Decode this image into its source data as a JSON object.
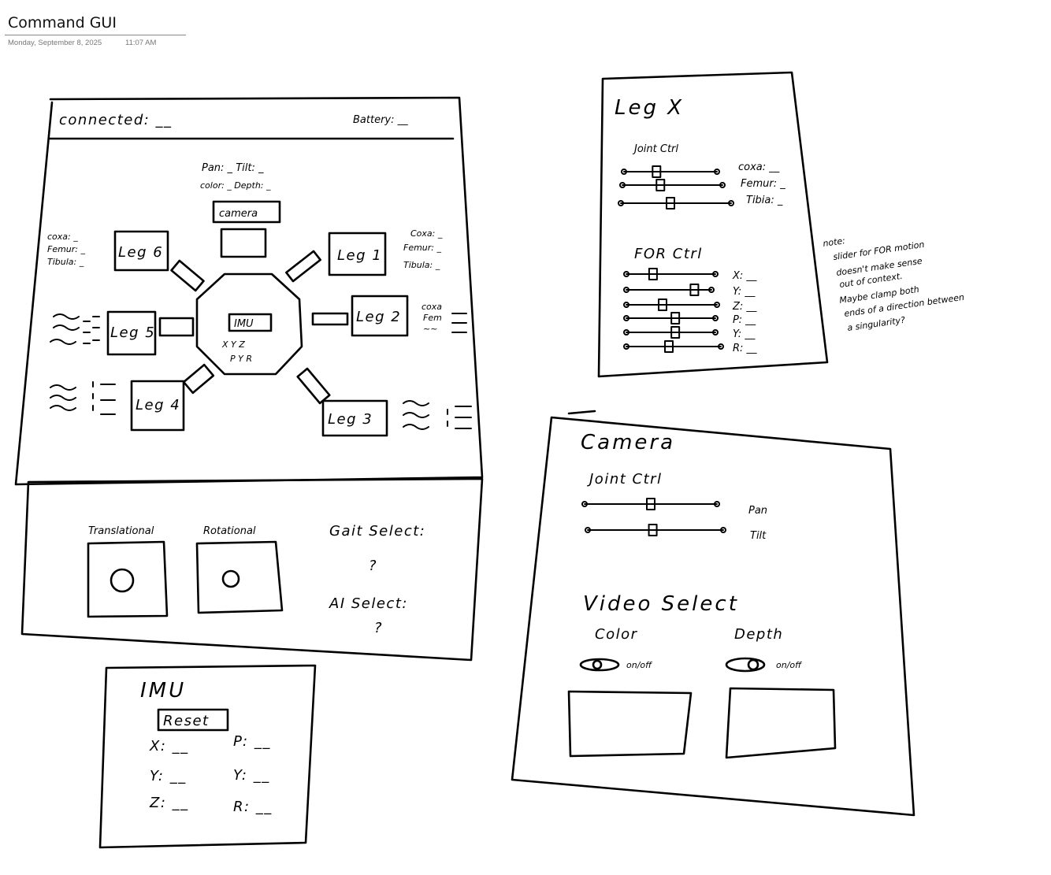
{
  "page": {
    "title": "Command GUI",
    "date": "Monday, September 8, 2025",
    "time": "11:07 AM"
  },
  "main_panel": {
    "connected": "connected: __",
    "battery": "Battery: __",
    "pan_tilt": "Pan: _  Tilt: _",
    "color_depth": "color: _  Depth: _",
    "camera_button": "camera",
    "imu_label": "IMU",
    "imu_xyz": "X Y Z",
    "imu_pyr": "P Y R",
    "legs": [
      "Leg 1",
      "Leg 2",
      "Leg 3",
      "Leg 4",
      "Leg 5",
      "Leg 6"
    ],
    "leg6_joints": [
      "coxa: _",
      "Femur: _",
      "Tibula: _"
    ],
    "leg1_joints": [
      "Coxa: _",
      "Femur: _",
      "Tibula: _"
    ],
    "leg2_joints": [
      "coxa",
      "Fem",
      "~~"
    ]
  },
  "control_panel": {
    "translational": "Translational",
    "rotational": "Rotational",
    "gait_select": "Gait Select:",
    "gait_value": "?",
    "ai_select": "AI Select:",
    "ai_value": "?"
  },
  "imu_panel": {
    "title": "IMU",
    "reset": "Reset",
    "left": [
      "X: __",
      "Y: __",
      "Z: __"
    ],
    "right": [
      "P: __",
      "Y: __",
      "R: __"
    ]
  },
  "leg_panel": {
    "title": "Leg X",
    "joint_ctrl": "Joint Ctrl",
    "joint_labels": [
      "coxa: __",
      "Femur: _",
      "Tibia: _"
    ],
    "joint_values": [
      0.35,
      0.38,
      0.45
    ],
    "for_ctrl": "FOR Ctrl",
    "for_labels": [
      "X: __",
      "Y: __",
      "Z: __",
      "P: __",
      "Y: __",
      "R: __"
    ],
    "for_values": [
      0.3,
      0.8,
      0.4,
      0.55,
      0.55,
      0.45
    ]
  },
  "note": {
    "lines": [
      "note:",
      "slider for FOR motion",
      "doesn't make sense",
      "out of context.",
      "Maybe clamp both",
      "ends of a direction between",
      "a singularity?"
    ]
  },
  "camera_panel": {
    "title": "Camera",
    "joint_ctrl": "Joint Ctrl",
    "pan": "Pan",
    "tilt": "Tilt",
    "pan_value": 0.5,
    "tilt_value": 0.48,
    "video_select": "Video Select",
    "color": "Color",
    "depth": "Depth",
    "toggle_label": "on/off"
  }
}
